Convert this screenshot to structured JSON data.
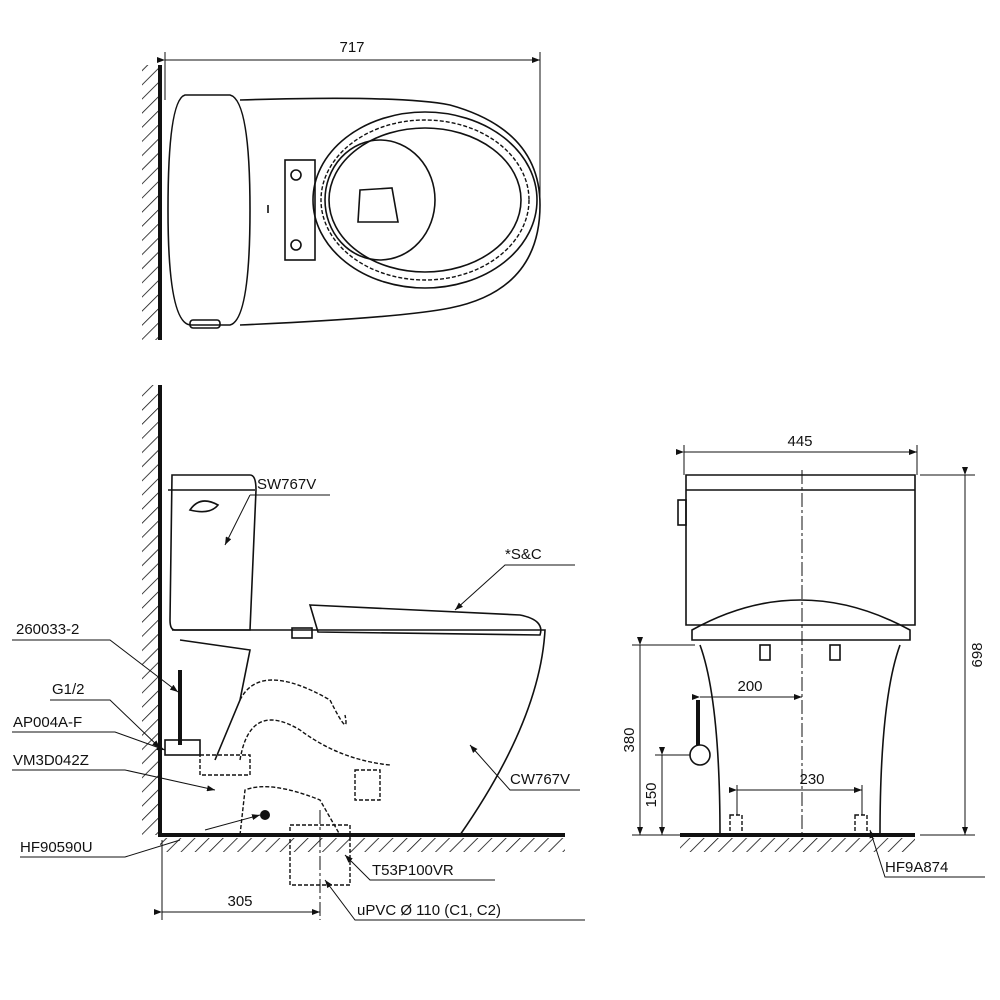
{
  "top_view": {
    "width_dim": "717"
  },
  "side_view": {
    "labels": {
      "tank": "SW767V",
      "seat": "*S&C",
      "hose": "260033-2",
      "thread": "G1/2",
      "valve": "AP004A-F",
      "flange": "VM3D042Z",
      "bowl": "CW767V",
      "bolt": "HF90590U",
      "outlet": "T53P100VR",
      "pipe": "uPVC Ø 110 (C1, C2)"
    },
    "rough_in_dim": "305"
  },
  "front_view": {
    "width_dim": "445",
    "height_dim": "698",
    "bowl_height_dim": "380",
    "supply_height_dim": "150",
    "supply_offset_dim": "200",
    "bolt_spacing_dim": "230",
    "anchor_label": "HF9A874"
  }
}
